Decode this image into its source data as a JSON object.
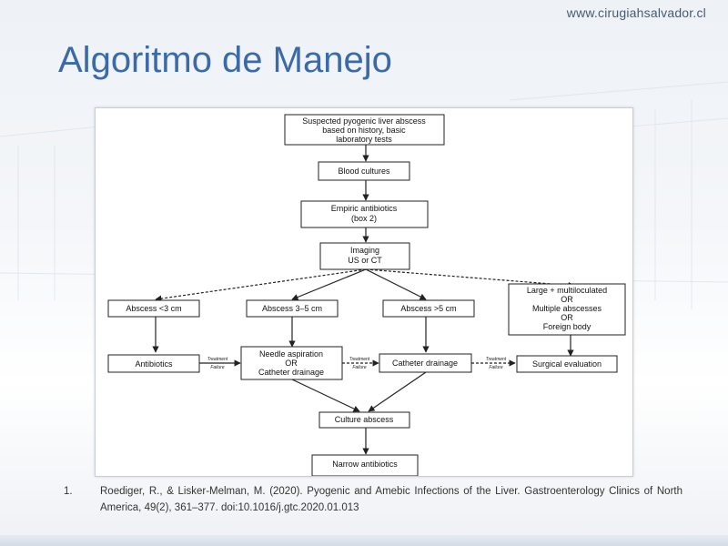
{
  "header": {
    "site_url": "www.cirugiahsalvador.cl",
    "title": "Algoritmo de Manejo"
  },
  "colors": {
    "title": "#3a6aa8",
    "url": "#4a5a6e",
    "node_stroke": "#222222"
  },
  "diagram": {
    "nodes": {
      "suspected": [
        "Suspected pyogenic liver abscess",
        "based on history, basic",
        "laboratory tests"
      ],
      "blood_cultures": [
        "Blood cultures"
      ],
      "empiric_antibiotics": [
        "Empiric antibiotics",
        "(box 2)"
      ],
      "imaging": [
        "Imaging",
        "US or CT"
      ],
      "abscess_lt3": [
        "Abscess <3 cm"
      ],
      "abscess_3to5": [
        "Abscess 3–5 cm"
      ],
      "abscess_gt5": [
        "Abscess >5 cm"
      ],
      "large_multi": [
        "Large + multiloculated",
        "OR",
        "Multiple abscesses",
        "OR",
        "Foreign body"
      ],
      "antibiotics": [
        "Antibiotics"
      ],
      "needle_aspiration": [
        "Needle aspiration",
        "OR",
        "Catheter drainage"
      ],
      "catheter_drainage": [
        "Catheter drainage"
      ],
      "surgical_evaluation": [
        "Surgical evaluation"
      ],
      "culture_abscess": [
        "Culture abscess"
      ],
      "narrow_antibiotics": [
        "Narrow antibiotics"
      ]
    },
    "edge_labels": {
      "treatment": "Treatment",
      "failure": "Failure"
    }
  },
  "reference": {
    "number": "1.",
    "text": "Roediger, R., & Lisker-Melman, M. (2020). Pyogenic and Amebic Infections of the Liver. Gastroenterology Clinics of North America, 49(2), 361–377. doi:10.1016/j.gtc.2020.01.013"
  }
}
